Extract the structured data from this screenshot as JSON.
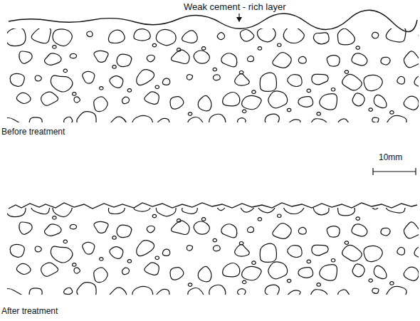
{
  "diagram": {
    "labels": [
      "Weak cement - rich layer",
      "Before treatment",
      "10mm",
      "After treatment"
    ]
  }
}
